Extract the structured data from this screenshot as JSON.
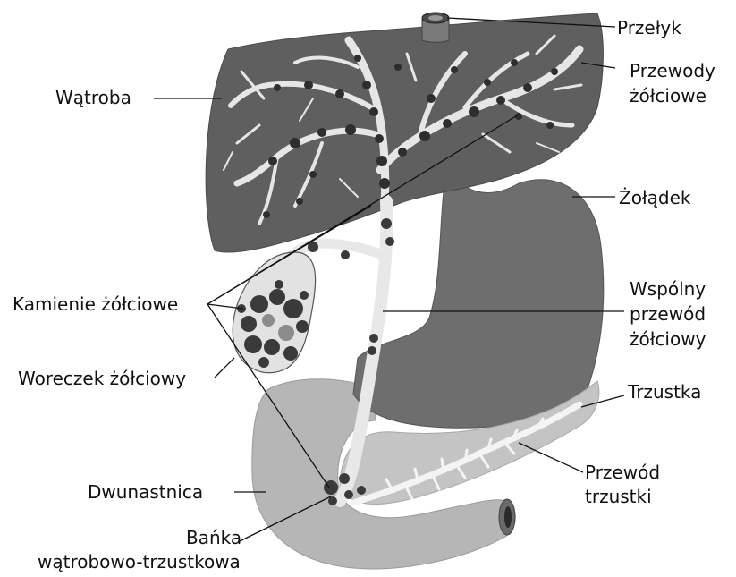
{
  "labels": {
    "esophagus": "Przełyk",
    "bile_ducts_line1": "Przewody",
    "bile_ducts_line2": "żółciowe",
    "liver": "Wątroba",
    "stomach": "Żołądek",
    "gallstones": "Kamienie żółciowe",
    "common_bile_duct_line1": "Wspólny",
    "common_bile_duct_line2": "przewód",
    "common_bile_duct_line3": "żółciowy",
    "gallbladder": "Woreczek żółciowy",
    "pancreas": "Trzustka",
    "pancreatic_duct_line1": "Przewód",
    "pancreatic_duct_line2": "trzustki",
    "duodenum": "Dwunastnica",
    "ampulla_line1": "Bańka",
    "ampulla_line2": "wątrobowo-trzustkowa"
  },
  "colors": {
    "liver": "#5f5f5f",
    "stomach": "#6e6e6e",
    "duodenum": "#b6b6b6",
    "pancreas": "#c4c4c4",
    "ducts": "#ececec",
    "gallbladder": "#e2e2e2",
    "stone": "#3a3a3a",
    "stone_light": "#8c8c8c"
  }
}
